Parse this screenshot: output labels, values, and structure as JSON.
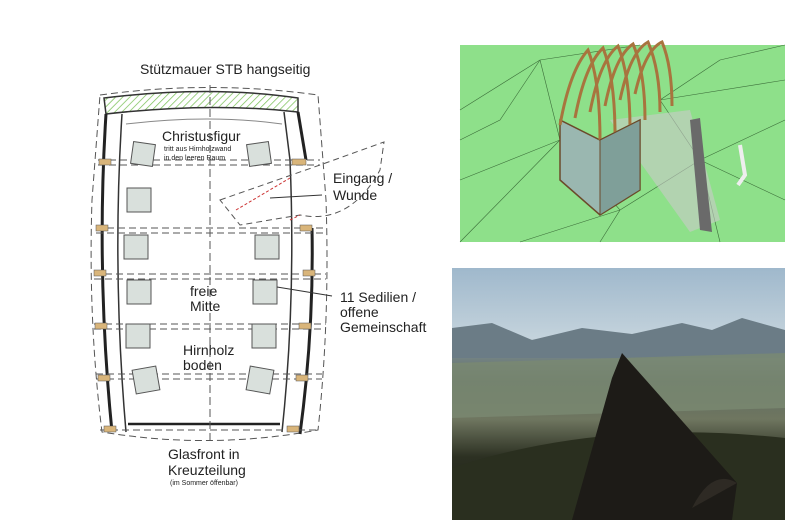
{
  "plan": {
    "title": "Stützmauer STB hangseitig",
    "christus": {
      "title": "Christusfigur",
      "line1": "tritt aus Hirnholzwand",
      "line2": "in den leeren Raum"
    },
    "entrance": {
      "line1": "Eingang /",
      "line2": "Wunde"
    },
    "center": {
      "line1": "freie",
      "line2": "Mitte"
    },
    "seats": {
      "line1": "11 Sedilien /",
      "line2": "offene",
      "line3": "Gemeinschaft"
    },
    "floor": {
      "line1": "Hirnholz",
      "line2": "boden"
    },
    "front": {
      "line1": "Glasfront in",
      "line2": "Kreuzteilung",
      "line3": "(im Sommer öffenbar)"
    }
  },
  "colors": {
    "hatch": "#7cc25a",
    "timber": "#d9b57a",
    "seat": "#d9e0dc",
    "terrain": "#8ee08a",
    "sky": "#a9c2d6"
  }
}
